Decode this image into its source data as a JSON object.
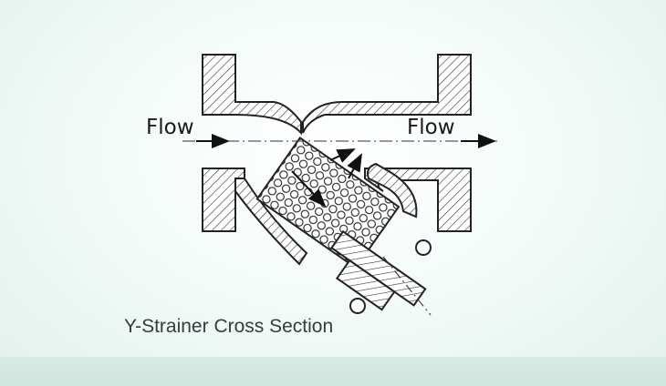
{
  "labels": {
    "flow_in": "Flow",
    "flow_out": "Flow",
    "caption": "Y-Strainer Cross Section"
  },
  "colors": {
    "line": "#222222",
    "hatch": "#333333",
    "background": "#f4fbf8",
    "band": "#d2e8e1",
    "caption": "#3a3a3a"
  }
}
